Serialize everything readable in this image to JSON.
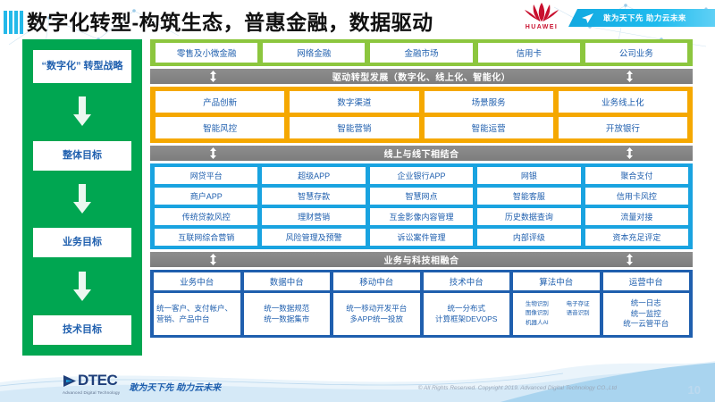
{
  "header": {
    "title": "数字化转型-构筑生态，普惠金融，数据驱动",
    "brand": "HUAWEI",
    "ribbon_text": "敢为天下先 助力云未来"
  },
  "sidebar": {
    "items": [
      {
        "label": "“数字化”\n转型战略"
      },
      {
        "label": "整体目标"
      },
      {
        "label": "业务目标"
      },
      {
        "label": "技术目标"
      }
    ]
  },
  "green_band": {
    "cells": [
      "零售及小微金融",
      "网络金融",
      "金融市场",
      "信用卡",
      "公司业务"
    ]
  },
  "divider_1": {
    "label": "驱动转型发展（数字化、线上化、智能化）"
  },
  "orange_block": {
    "rows": [
      [
        "产品创新",
        "数字渠道",
        "场景服务",
        "业务线上化"
      ],
      [
        "智能风控",
        "智能营销",
        "智能运营",
        "开放银行"
      ]
    ]
  },
  "divider_2": {
    "label": "线上与线下相结合"
  },
  "blue_block": {
    "rows": [
      [
        "网贷平台",
        "超级APP",
        "企业银行APP",
        "网银",
        "聚合支付"
      ],
      [
        "商户APP",
        "智慧存款",
        "智慧网点",
        "智能客服",
        "信用卡风控"
      ],
      [
        "传统贷款风控",
        "理财营销",
        "互金影像内容管理",
        "历史数据查询",
        "流量对接"
      ],
      [
        "互联网综合营销",
        "风险管理及预警",
        "诉讼案件管理",
        "内部评级",
        "资本充足评定"
      ]
    ]
  },
  "divider_3": {
    "label": "业务与科技相融合"
  },
  "darkblue_block": {
    "columns": [
      {
        "head": "业务中台",
        "body": "统一客户、支付帐户、营销、产品中台"
      },
      {
        "head": "数据中台",
        "body": "统一数据规范\n统一数据集市"
      },
      {
        "head": "移动中台",
        "body": "统一移动开发平台\n多APP统一投放"
      },
      {
        "head": "技术中台",
        "body": "统一分布式\n计算框架DEVOPS"
      },
      {
        "head": "算法中台",
        "tags": [
          "生物识别",
          "电子存证",
          "图像识别",
          "语音识别",
          "机器人AI"
        ]
      },
      {
        "head": "运营中台",
        "body": "统一日志\n统一监控\n统一云管平台"
      }
    ]
  },
  "footer": {
    "logo_word": "DTEC",
    "logo_sub": "Advanced Digital Technology",
    "slogan": "敢为天下先   助力云未来",
    "copyright": "© All Rights Reserved. Copyright 2019. Advanced Digital Technology CO.,Ltd",
    "page_number": "10"
  },
  "colors": {
    "sidebar_green": "#00a651",
    "band_green": "#8cc63e",
    "orange": "#f5a800",
    "blue": "#19a3e0",
    "dark_blue": "#1f5fae",
    "gray_bar": "#7d7d7d",
    "huawei_red": "#c8102e"
  }
}
